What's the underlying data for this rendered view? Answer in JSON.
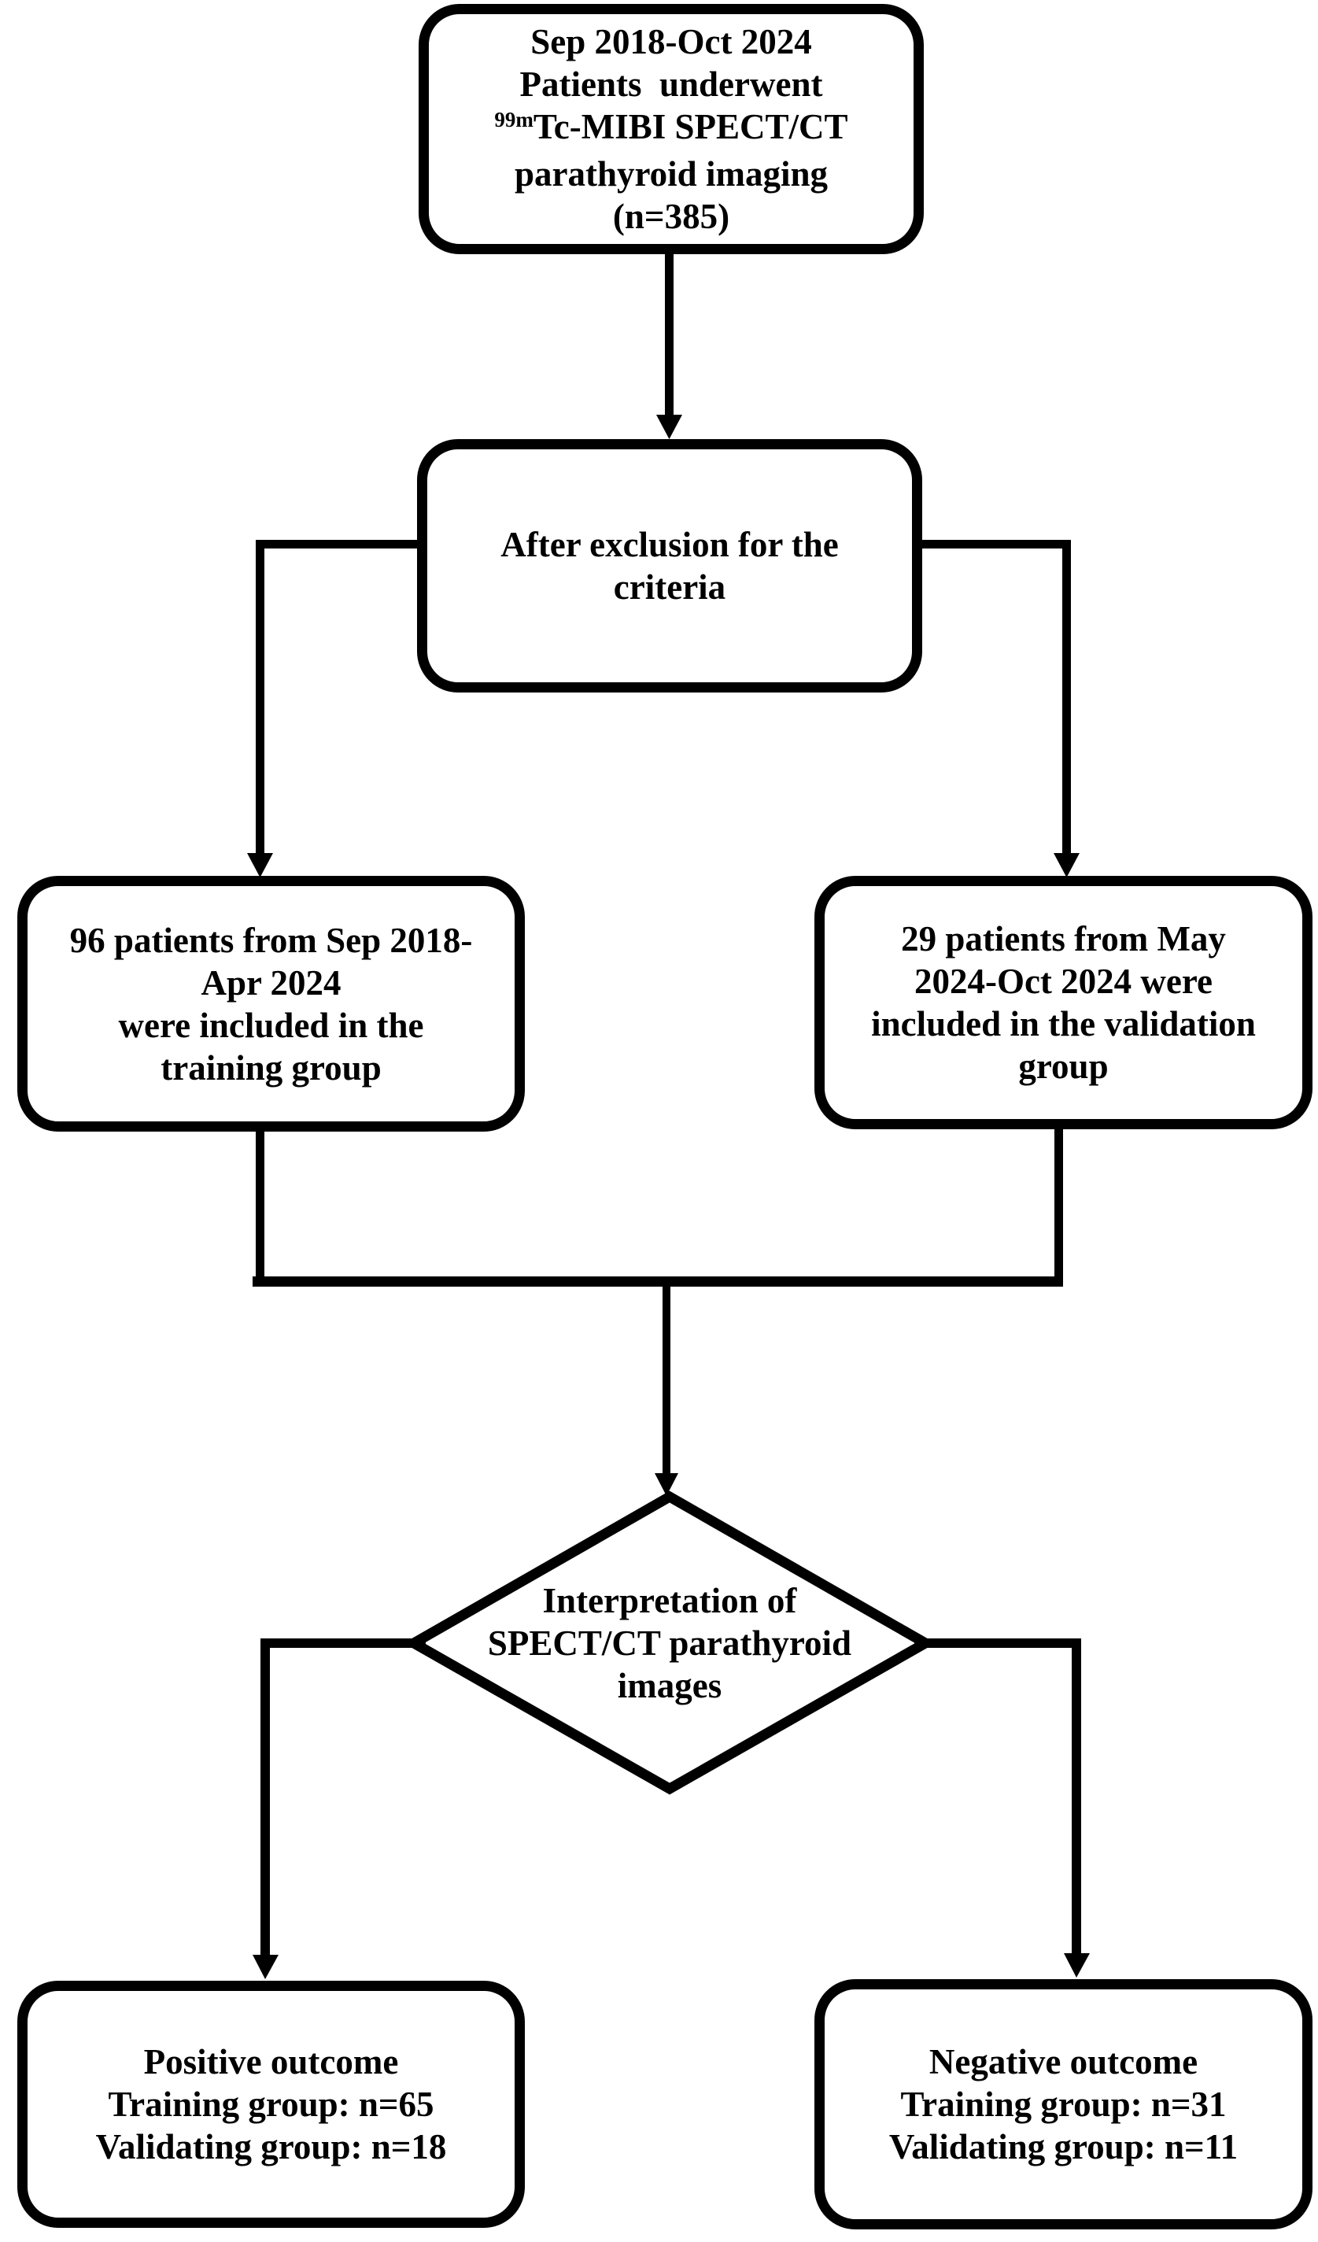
{
  "figure": {
    "type": "flowchart",
    "colors": {
      "line": "#000000",
      "node_fill": "#ffffff",
      "background": "#ffffff",
      "text": "#000000"
    }
  },
  "nodes": {
    "enrollment": {
      "line1": "Sep 2018-Oct 2024",
      "line2": "Patients  underwent",
      "line3_sup": "99m",
      "line3_rest": "Tc-MIBI SPECT/CT",
      "line4": "parathyroid imaging",
      "line5": "(n=385)"
    },
    "exclusion": {
      "line1": "After exclusion for the",
      "line2": "criteria"
    },
    "training": {
      "line1": "96 patients from Sep 2018-",
      "line2": "Apr 2024",
      "line3": "were included in the",
      "line4": "training group"
    },
    "validation": {
      "line1": "29 patients from May",
      "line2": "2024-Oct 2024 were",
      "line3": "included in the validation",
      "line4": "group"
    },
    "decision": {
      "line1": "Interpretation of",
      "line2": "SPECT/CT parathyroid",
      "line3": "images"
    },
    "positive": {
      "line1": "Positive outcome",
      "line2": "Training group: n=65",
      "line3": "Validating group: n=18"
    },
    "negative": {
      "line1": "Negative outcome",
      "line2": "Training group: n=31",
      "line3": "Validating group: n=11"
    }
  },
  "edges": [
    {
      "from": "enrollment",
      "to": "exclusion"
    },
    {
      "from": "exclusion",
      "to": "training"
    },
    {
      "from": "exclusion",
      "to": "validation"
    },
    {
      "from": "training",
      "to": "decision"
    },
    {
      "from": "validation",
      "to": "decision"
    },
    {
      "from": "decision",
      "to": "positive"
    },
    {
      "from": "decision",
      "to": "negative"
    }
  ]
}
